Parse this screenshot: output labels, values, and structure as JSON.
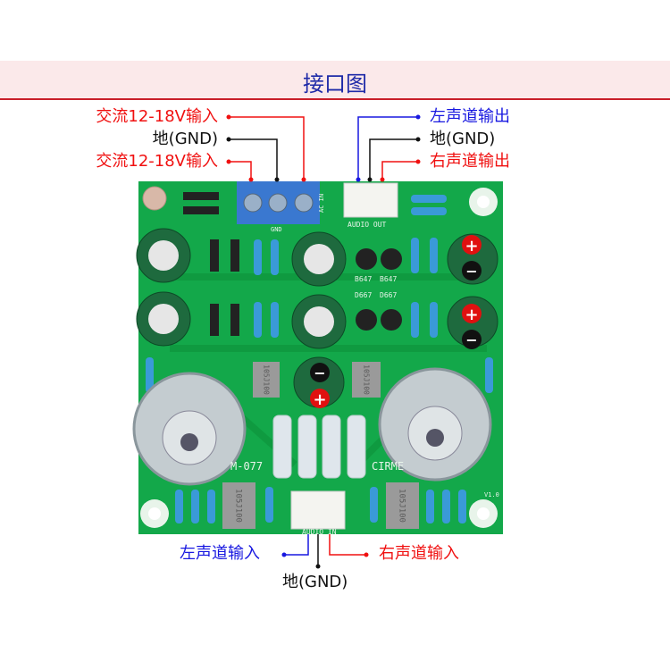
{
  "header": {
    "title": "接口图"
  },
  "top_left_labels": [
    {
      "text": "交流12-18V输入",
      "color": "#f01010"
    },
    {
      "text": "地(GND)",
      "color": "#111111"
    },
    {
      "text": "交流12-18V输入",
      "color": "#f01010"
    }
  ],
  "top_right_labels": [
    {
      "text": "左声道输出",
      "color": "#1818e0"
    },
    {
      "text": "地(GND)",
      "color": "#111111"
    },
    {
      "text": "右声道输出",
      "color": "#f01010"
    }
  ],
  "bottom_labels": [
    {
      "text": "左声道输入",
      "color": "#1818e0"
    },
    {
      "text": "地(GND)",
      "color": "#111111"
    },
    {
      "text": "右声道输入",
      "color": "#f01010"
    }
  ],
  "board": {
    "color": "#13a84a",
    "silkscreen": {
      "ac_in": "AC IN",
      "gnd": "GND",
      "audio_out": "AUDIO OUT",
      "audio_in": "AUDIO IN",
      "b647": "B647",
      "d667": "D667",
      "model_left": "M-077",
      "model_right": "CIRME",
      "version": "V1.0",
      "inductor": "105J100"
    },
    "polarity_marks": {
      "plus": "+",
      "minus": "−"
    }
  }
}
